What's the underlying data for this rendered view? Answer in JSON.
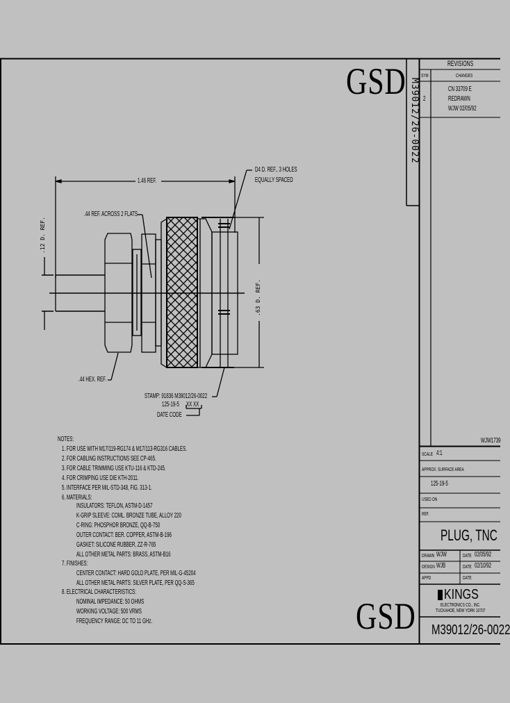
{
  "drawing": {
    "company_mark": "GSD",
    "company_mark_bottom": "GSD",
    "vertical_part_number": "M39012/26-0022",
    "background_color": "#c0c0c0",
    "line_color": "#000000"
  },
  "revisions": {
    "header": "REVISIONS",
    "col_sym": "SYM",
    "col_changes": "CHANGES",
    "rows": [
      {
        "sym": "2",
        "line1": "CN  33709  E",
        "line2": "REDRAWN",
        "line3": "WJW  02/05/92"
      }
    ]
  },
  "dimensions": {
    "overall_length": "1.46 REF.",
    "holes": "D4 D. REF., 3 HOLES",
    "holes_line2": "EQUALLY SPACED",
    "flats": ".44 REF. ACROSS 2 FLATS",
    "cable_dia": ".12 D. REF.",
    "body_dia": ".63 D. REF.",
    "hex": ".44 HEX. REF."
  },
  "stamp": {
    "line1": "STAMP: 91836 M39012/26-0022",
    "line2_prefix": "125-19-5",
    "line2_code": "XX XX",
    "date_code": "DATE CODE"
  },
  "notes": {
    "title": "NOTES:",
    "items": [
      "1. FOR USE WITH M17/119-RG174 & M17/113-RG316 CABLES.",
      "2. FOR CABLING INSTRUCTIONS SEE CP-465.",
      "3. FOR CABLE TRIMMING USE KTU-116 & KTD-245.",
      "4. FOR CRIMPING USE DIE KTH-2011.",
      "5. INTERFACE PER MIL-STD-348, FIG. 313-1.",
      "6. MATERIALS:"
    ],
    "materials": [
      "INSULATORS: TEFLON, ASTM-D-1457",
      "K-GRIP SLEEVE: COML. BRONZE TUBE, ALLOY 220",
      "C-RING: PHOSPHOR BRONZE, QQ-B-750",
      "OUTER CONTACT: BER. COPPER, ASTM-B-196",
      "GASKET: SILICONE RUBBER, ZZ-R-765",
      "ALL OTHER METAL PARTS: BRASS, ASTM-B16"
    ],
    "finishes_title": "7. FINISHES:",
    "finishes": [
      "CENTER CONTACT: HARD GOLD PLATE, PER MIL-G-45204",
      "ALL OTHER METAL PARTS: SILVER PLATE, PER QQ-S-365"
    ],
    "electrical_title": "8. ELECTRICAL CHARACTERISTICS:",
    "electrical": [
      "NOMINAL IMPEDANCE: 50 OHMS",
      "WORKING VOLTAGE: 500 VRMS",
      "FREQUENCY RANGE: DC TO 11 GHz."
    ]
  },
  "title_block": {
    "drawing_ref": "WJW1739",
    "scale_label": "SCALE",
    "scale_value": "4:1",
    "surface_label": "APPROX. SURFACE AREA",
    "surface_value": "125-19-5",
    "used_on_label": "USED ON",
    "ref_label": "REF.",
    "title": "PLUG, TNC",
    "drawn_label": "DRAWN",
    "drawn_by": "WJW",
    "drawn_date_label": "DATE",
    "drawn_date": "02/05/92",
    "design_label": "DESIGN",
    "design_by": "WJB",
    "design_date_label": "DATE",
    "design_date": "02/10/92",
    "appd_label": "APPD",
    "appd_date_label": "DATE",
    "company": "KINGS",
    "company_line2": "ELECTRONICS CO., INC.",
    "company_line3": "TUCKAHOE, NEW YORK 10707",
    "part_number": "M39012/26-0022"
  }
}
